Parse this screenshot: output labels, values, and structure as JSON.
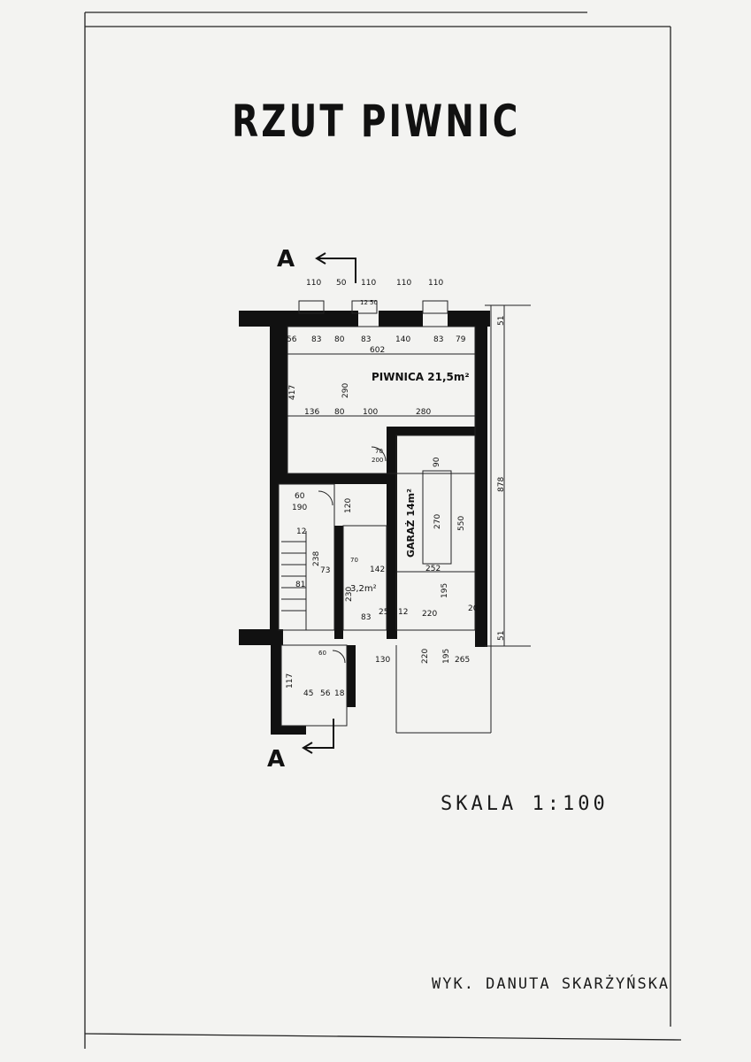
{
  "title": "RZUT PIWNIC",
  "scale": "SKALA 1:100",
  "author": "WYK. DANUTA SKARŻYŃSKA",
  "section_marks": {
    "top": "A",
    "bottom": "A"
  },
  "rooms": {
    "cellar": "PIWNICA 21,5m²",
    "garage": "GARAŻ 14m²",
    "small_room": "3,2m²"
  },
  "dimensions": {
    "top_outer": [
      "110",
      "50",
      "110",
      "110",
      "110"
    ],
    "top_window": [
      "12",
      "50"
    ],
    "top_inner": [
      "56",
      "83",
      "80",
      "83",
      "140",
      "83",
      "79"
    ],
    "cellar_width": "602",
    "cellar_wall_left": "417",
    "cellar_height": "290",
    "row2": [
      "136",
      "80",
      "100",
      "280"
    ],
    "right_total": "878",
    "right_top": "51",
    "right_bottom": "51",
    "door_70_200": [
      "70",
      "200"
    ],
    "stair": [
      "60",
      "190",
      "12",
      "238",
      "81",
      "73",
      "120"
    ],
    "mid": [
      "70",
      "142",
      "230",
      "83",
      "25",
      "12"
    ],
    "garage": [
      "90",
      "270",
      "550",
      "252",
      "195",
      "220",
      "20"
    ],
    "bottom": [
      "220",
      "195",
      "265",
      "130",
      "60",
      "45",
      "56",
      "18",
      "117"
    ]
  }
}
